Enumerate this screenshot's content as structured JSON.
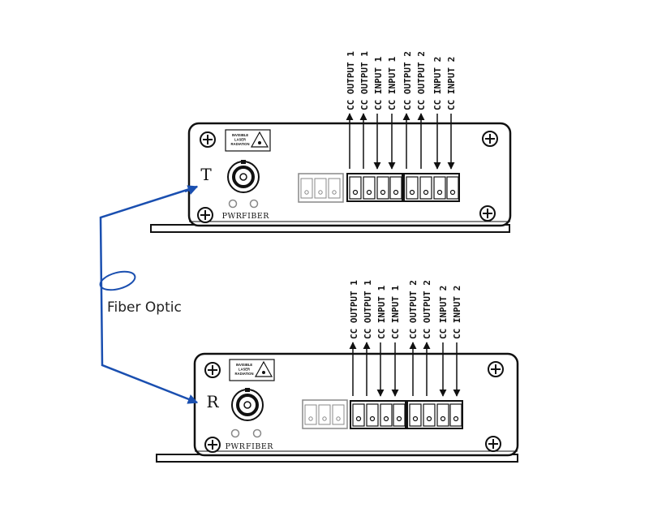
{
  "units": [
    {
      "id": "transmitter",
      "letter": "T",
      "warning_label": [
        "INVISIBLE",
        "LASER",
        "RADIATION"
      ],
      "led_labels": [
        "PWR",
        "FIBER"
      ],
      "ports": [
        {
          "label": "CC OUTPUT 1",
          "direction": "out"
        },
        {
          "label": "CC OUTPUT 1",
          "direction": "out"
        },
        {
          "label": "CC INPUT 1",
          "direction": "in"
        },
        {
          "label": "CC INPUT 1",
          "direction": "in"
        },
        {
          "label": "CC OUTPUT 2",
          "direction": "out"
        },
        {
          "label": "CC OUTPUT 2",
          "direction": "out"
        },
        {
          "label": "CC INPUT 2",
          "direction": "in"
        },
        {
          "label": "CC INPUT 2",
          "direction": "in"
        }
      ]
    },
    {
      "id": "receiver",
      "letter": "R",
      "warning_label": [
        "INVISIBLE",
        "LASER",
        "RADIATION"
      ],
      "led_labels": [
        "PWR",
        "FIBER"
      ],
      "ports": [
        {
          "label": "CC OUTPUT 1",
          "direction": "out"
        },
        {
          "label": "CC OUTPUT 1",
          "direction": "out"
        },
        {
          "label": "CC INPUT 1",
          "direction": "in"
        },
        {
          "label": "CC INPUT 1",
          "direction": "in"
        },
        {
          "label": "CC OUTPUT 2",
          "direction": "out"
        },
        {
          "label": "CC OUTPUT 2",
          "direction": "out"
        },
        {
          "label": "CC INPUT 2",
          "direction": "in"
        },
        {
          "label": "CC INPUT 2",
          "direction": "in"
        }
      ]
    }
  ],
  "link": {
    "label": "Fiber Optic",
    "color": "#1a4fb0"
  }
}
